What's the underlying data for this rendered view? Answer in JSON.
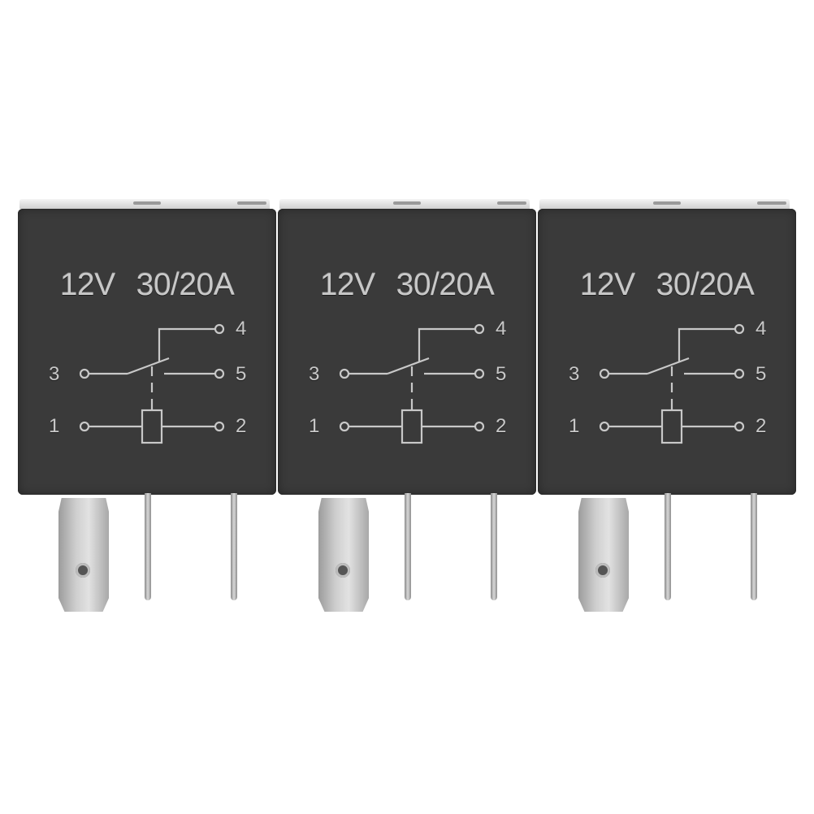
{
  "image": {
    "description": "Product photo of three identical black automotive relays on a white background",
    "background_color": "#ffffff",
    "body_color": "#3a3a3a",
    "print_color": "#c8c8c8"
  },
  "relays": [
    {
      "label_voltage": "12V",
      "label_current": "30/20A",
      "pins": {
        "p1": "1",
        "p2": "2",
        "p3": "3",
        "p4": "4",
        "p5": "5"
      }
    },
    {
      "label_voltage": "12V",
      "label_current": "30/20A",
      "pins": {
        "p1": "1",
        "p2": "2",
        "p3": "3",
        "p4": "4",
        "p5": "5"
      }
    },
    {
      "label_voltage": "12V",
      "label_current": "30/20A",
      "pins": {
        "p1": "1",
        "p2": "2",
        "p3": "3",
        "p4": "4",
        "p5": "5"
      }
    }
  ]
}
